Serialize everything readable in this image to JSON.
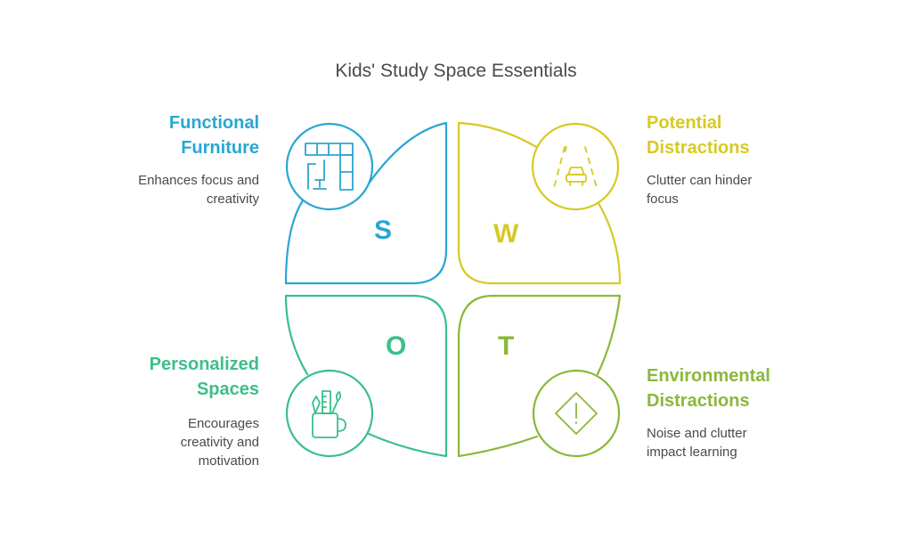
{
  "title": "Kids' Study Space Essentials",
  "colors": {
    "strengths": "#2aa6d3",
    "weaknesses": "#d7c924",
    "opportunities": "#3bbf8a",
    "threats": "#8ab83a",
    "text": "#4a4a4a"
  },
  "quadrants": [
    {
      "letter": "S",
      "heading_line1": "Functional",
      "heading_line2": "Furniture",
      "desc_line1": "Enhances focus and",
      "desc_line2": "creativity",
      "icon": "furniture-layout-icon"
    },
    {
      "letter": "W",
      "heading_line1": "Potential",
      "heading_line2": "Distractions",
      "desc_line1": "Clutter can hinder",
      "desc_line2": "focus",
      "icon": "road-car-icon"
    },
    {
      "letter": "O",
      "heading_line1": "Personalized",
      "heading_line2": "Spaces",
      "desc_line1": "Encourages",
      "desc_line2": "creativity and",
      "desc_line3": "motivation",
      "icon": "pencil-cup-icon"
    },
    {
      "letter": "T",
      "heading_line1": "Environmental",
      "heading_line2": "Distractions",
      "desc_line1": "Noise and clutter",
      "desc_line2": "impact learning",
      "icon": "warning-diamond-icon"
    }
  ]
}
